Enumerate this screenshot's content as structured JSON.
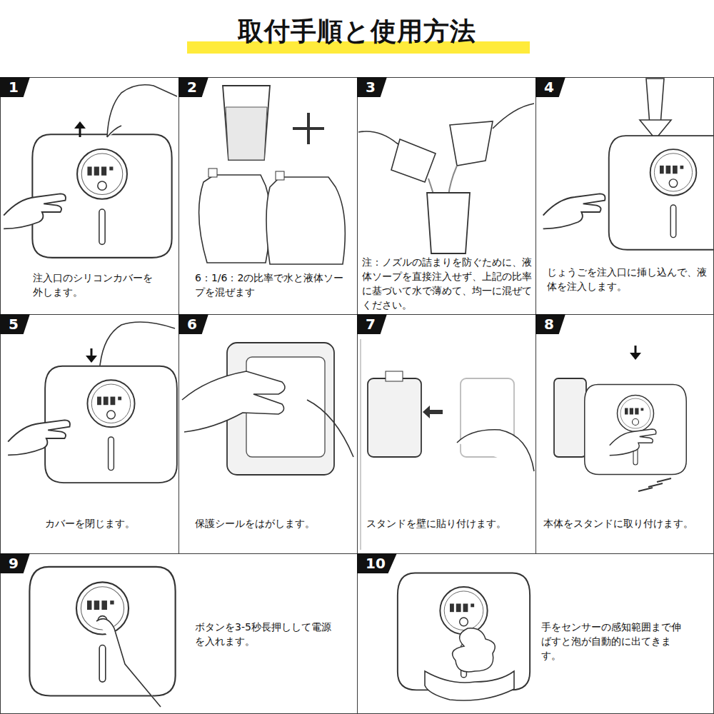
{
  "diagram": {
    "title": "取付手順と使用方法",
    "nodes": [
      {
        "text": [
          "1",
          "注入口のシリコンカバーを外します。"
        ]
      },
      {
        "text": [
          "2",
          "6：1/6：2の比率で水と液体ソープを混ぜます"
        ]
      },
      {
        "text": [
          "3",
          "注：ノズルの詰まりを防ぐために、液体ソープを直接注入せず、上記の比率に基づいて水で薄めて、均一に混ぜてください。"
        ]
      },
      {
        "text": [
          "4",
          "じょうごを注入口に挿し込んで、液体を注入します。"
        ]
      },
      {
        "text": [
          "5",
          "カバーを閉じます。"
        ]
      },
      {
        "text": [
          "6",
          "保護シールをはがします。"
        ]
      },
      {
        "text": [
          "7",
          "スタンドを壁に貼り付けます。"
        ]
      },
      {
        "text": [
          "8",
          "本体をスタンドに取り付けます。"
        ]
      },
      {
        "text": [
          "9",
          "ボタンを3-5秒長押しして電源を入れます。"
        ]
      },
      {
        "text": [
          "10",
          "手をセンサーの感知範囲まで伸ばすと泡が自動的に出てきます。"
        ]
      }
    ]
  }
}
